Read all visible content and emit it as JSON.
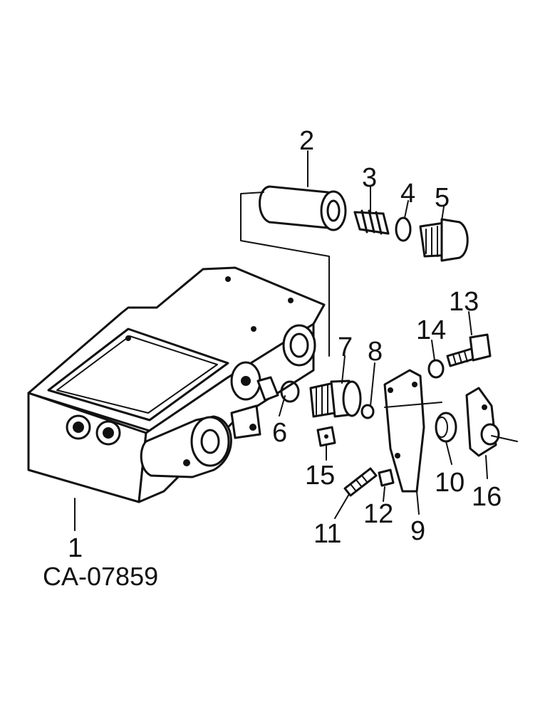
{
  "diagram": {
    "drawing_code": "CA-07859",
    "callouts": [
      {
        "id": "1",
        "label": "1"
      },
      {
        "id": "2",
        "label": "2"
      },
      {
        "id": "3",
        "label": "3"
      },
      {
        "id": "4",
        "label": "4"
      },
      {
        "id": "5",
        "label": "5"
      },
      {
        "id": "6",
        "label": "6"
      },
      {
        "id": "7",
        "label": "7"
      },
      {
        "id": "8",
        "label": "8"
      },
      {
        "id": "9",
        "label": "9"
      },
      {
        "id": "10",
        "label": "10"
      },
      {
        "id": "11",
        "label": "11"
      },
      {
        "id": "12",
        "label": "12"
      },
      {
        "id": "13",
        "label": "13"
      },
      {
        "id": "14",
        "label": "14"
      },
      {
        "id": "15",
        "label": "15"
      },
      {
        "id": "16",
        "label": "16"
      }
    ]
  }
}
